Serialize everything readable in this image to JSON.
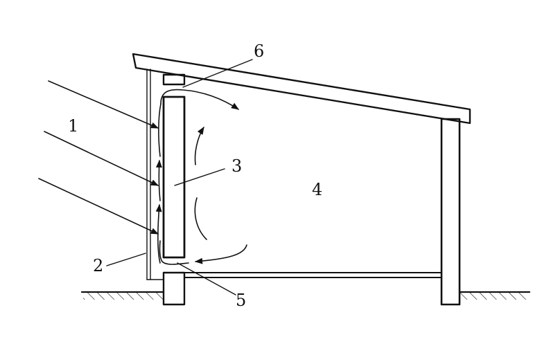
{
  "labels": {
    "l1": "1",
    "l2": "2",
    "l3": "3",
    "l4": "4",
    "l5": "5",
    "l6": "6"
  },
  "colors": {
    "ink": "#111111",
    "background": "#ffffff"
  }
}
